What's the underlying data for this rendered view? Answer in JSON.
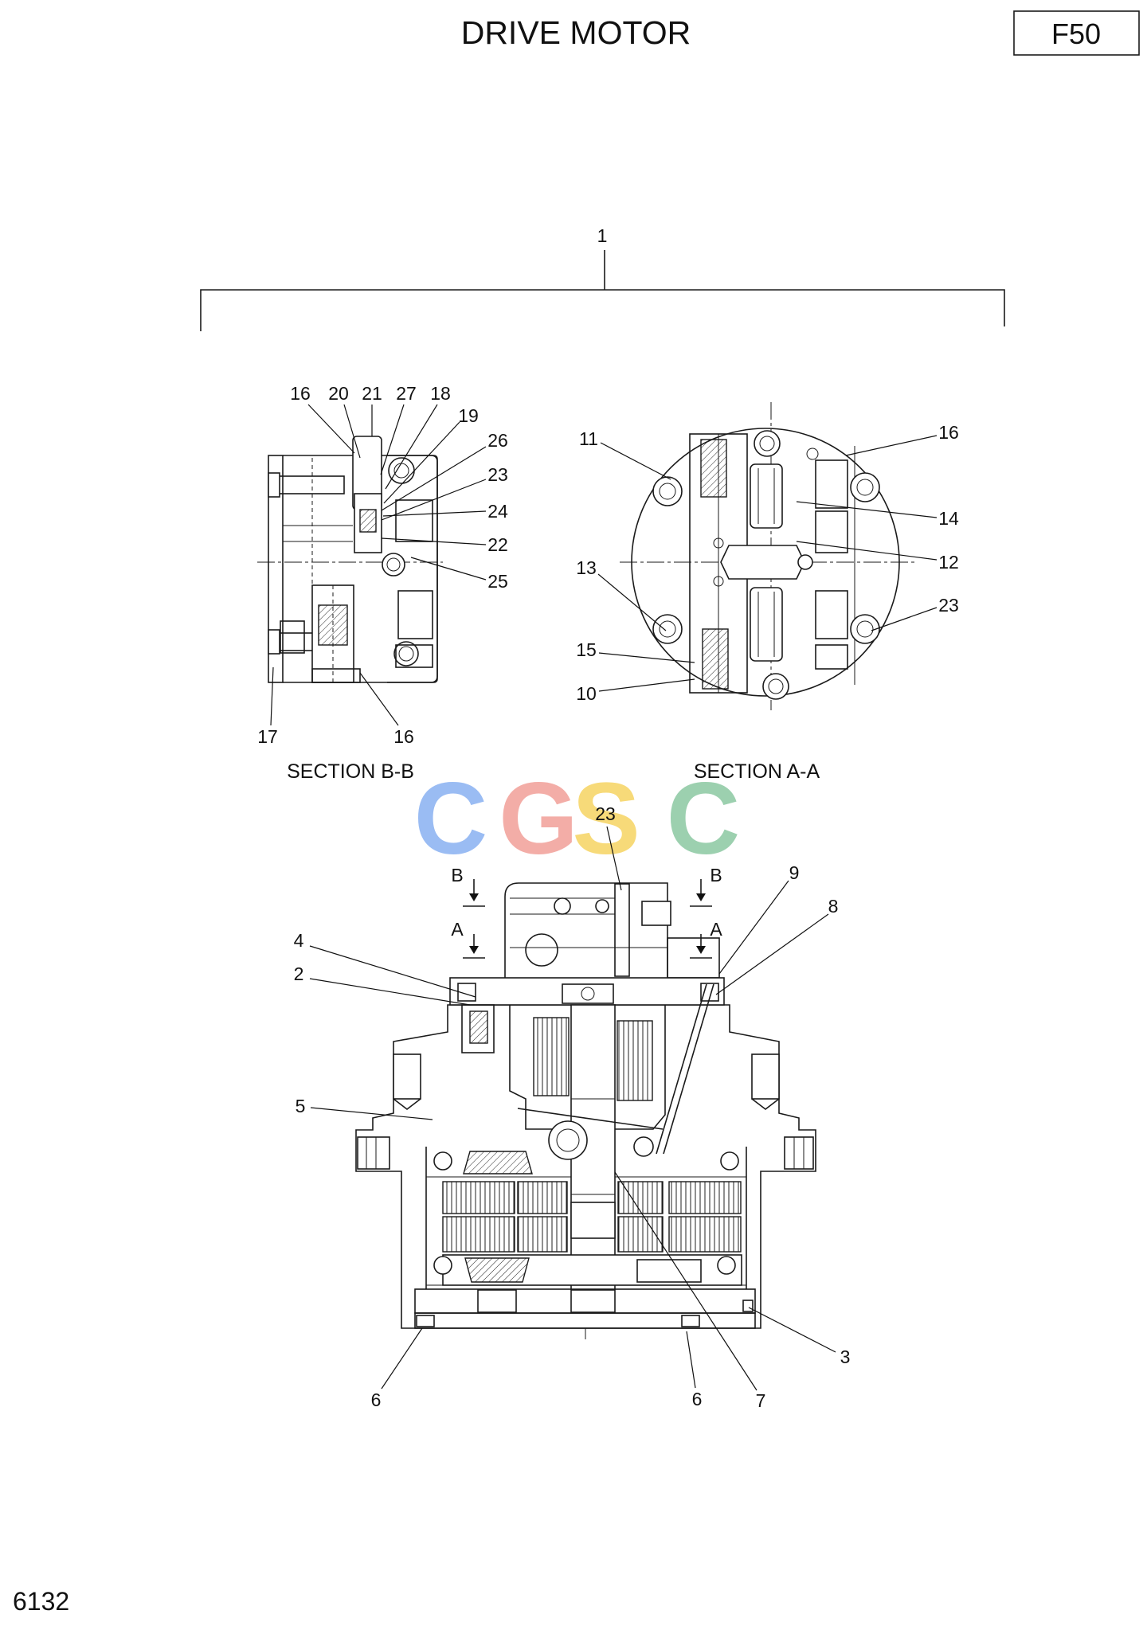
{
  "header": {
    "title": "DRIVE MOTOR",
    "page_code": "F50"
  },
  "assembly": {
    "item_number": "1"
  },
  "section_bb": {
    "label": "SECTION B-B",
    "callouts": [
      "16",
      "20",
      "21",
      "27",
      "18",
      "19",
      "26",
      "23",
      "24",
      "22",
      "25",
      "17",
      "16"
    ]
  },
  "section_aa": {
    "label": "SECTION A-A",
    "callouts": [
      "11",
      "16",
      "14",
      "12",
      "23",
      "13",
      "15",
      "10"
    ]
  },
  "main_view": {
    "callouts": [
      "23",
      "9",
      "8",
      "4",
      "2",
      "5",
      "3",
      "6",
      "6",
      "7"
    ],
    "section_markers": [
      "B",
      "B",
      "A",
      "A"
    ]
  },
  "watermark": {
    "letters": [
      "C",
      "G",
      "S",
      "C"
    ],
    "colors": [
      "#8db3f2",
      "#f2a29b",
      "#f7d667",
      "#8fcaa5"
    ]
  },
  "footer": {
    "sheet_number": "6132"
  }
}
